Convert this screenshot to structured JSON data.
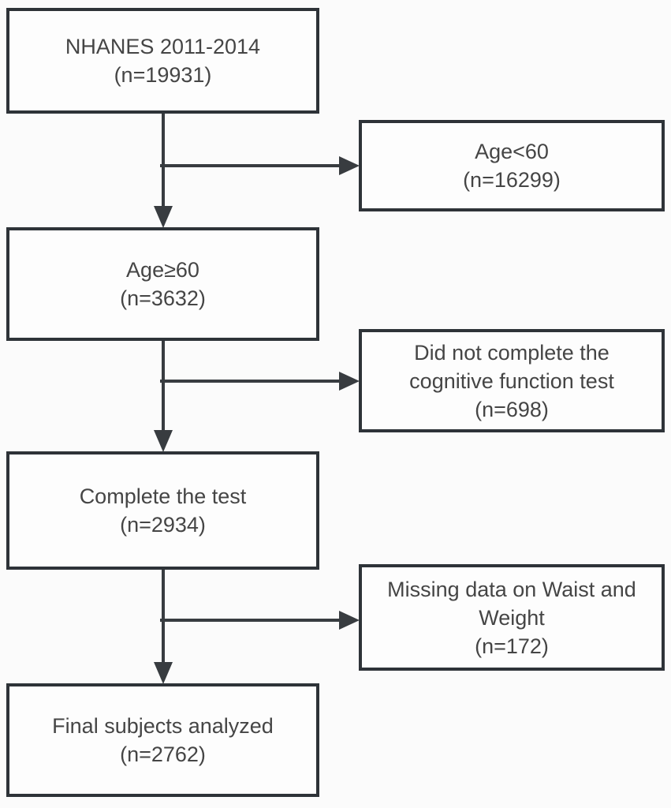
{
  "flow": {
    "description": "NHANES participant selection flowchart",
    "colors": {
      "background": "#fbfbfb",
      "box_fill": "#fdfdfd",
      "box_border": "#2e3338",
      "arrow": "#383c40",
      "text": "#454545"
    },
    "main_boxes": [
      {
        "label": "NHANES 2011-2014",
        "count": "(n=19931)"
      },
      {
        "label": "Age≥60",
        "count": "(n=3632)"
      },
      {
        "label": "Complete the test",
        "count": "(n=2934)"
      },
      {
        "label": "Final subjects analyzed",
        "count": "(n=2762)"
      }
    ],
    "exclusion_boxes": [
      {
        "label": "Age<60",
        "count": "(n=16299)"
      },
      {
        "label": "Did not complete the cognitive function test",
        "count": "(n=698)"
      },
      {
        "label": "Missing data on Waist and Weight",
        "count": "(n=172)"
      }
    ]
  }
}
